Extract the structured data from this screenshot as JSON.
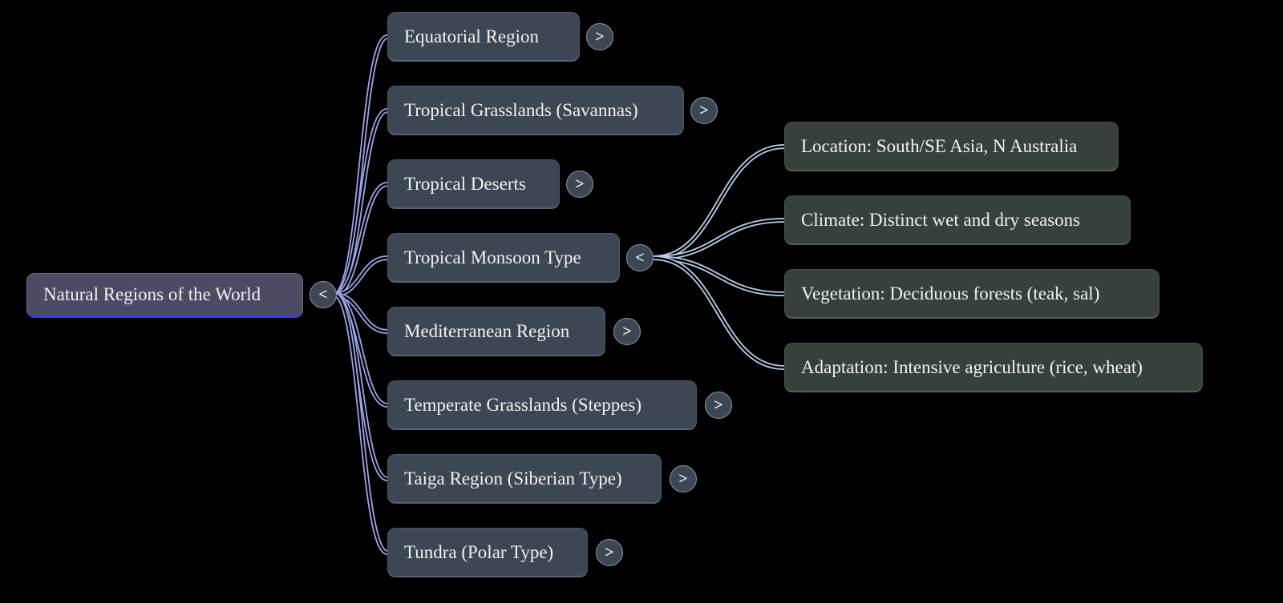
{
  "colors": {
    "background": "#000000",
    "root_fill": "#4b4b64",
    "root_underline": "#3c3cdb",
    "branch_fill": "#3d4653",
    "leaf_fill": "#364139",
    "link_level1": "#9ba5e8",
    "link_level2": "#b7cfe9",
    "text": "#f2f2f2",
    "toggle_fill": "#3d4754"
  },
  "mindmap": {
    "root": {
      "label": "Natural Regions of the World",
      "toggle": "<"
    },
    "branches": [
      {
        "label": "Equatorial Region",
        "toggle": ">"
      },
      {
        "label": "Tropical Grasslands (Savannas)",
        "toggle": ">"
      },
      {
        "label": "Tropical Deserts",
        "toggle": ">"
      },
      {
        "label": "Tropical Monsoon Type",
        "toggle": "<",
        "children": [
          {
            "label": "Location: South/SE Asia, N Australia"
          },
          {
            "label": "Climate: Distinct wet and dry seasons"
          },
          {
            "label": "Vegetation: Deciduous forests (teak, sal)"
          },
          {
            "label": "Adaptation: Intensive agriculture (rice, wheat)"
          }
        ]
      },
      {
        "label": "Mediterranean Region",
        "toggle": ">"
      },
      {
        "label": "Temperate Grasslands (Steppes)",
        "toggle": ">"
      },
      {
        "label": "Taiga Region (Siberian Type)",
        "toggle": ">"
      },
      {
        "label": "Tundra (Polar Type)",
        "toggle": ">"
      }
    ]
  }
}
